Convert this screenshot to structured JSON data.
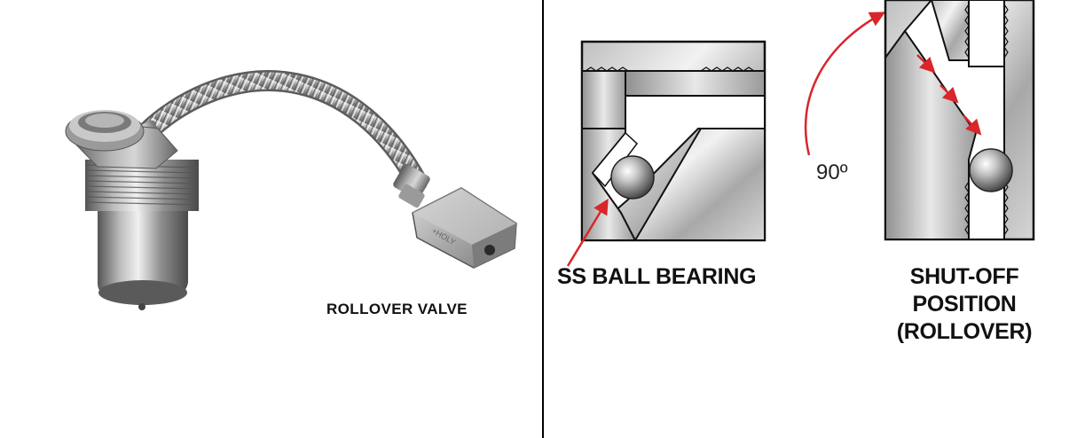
{
  "left_panel": {
    "caption": "ROLLOVER VALVE"
  },
  "right_panel": {
    "ball_label": "SS BALL BEARING",
    "shutoff_label_line1": "SHUT-OFF POSITION",
    "shutoff_label_line2": "(ROLLOVER)",
    "angle_label": "90º"
  },
  "colors": {
    "arrow_red": "#d8262b",
    "metal_light": "#d9d9d9",
    "metal_dark": "#8a8a8a",
    "divider": "#000000"
  }
}
